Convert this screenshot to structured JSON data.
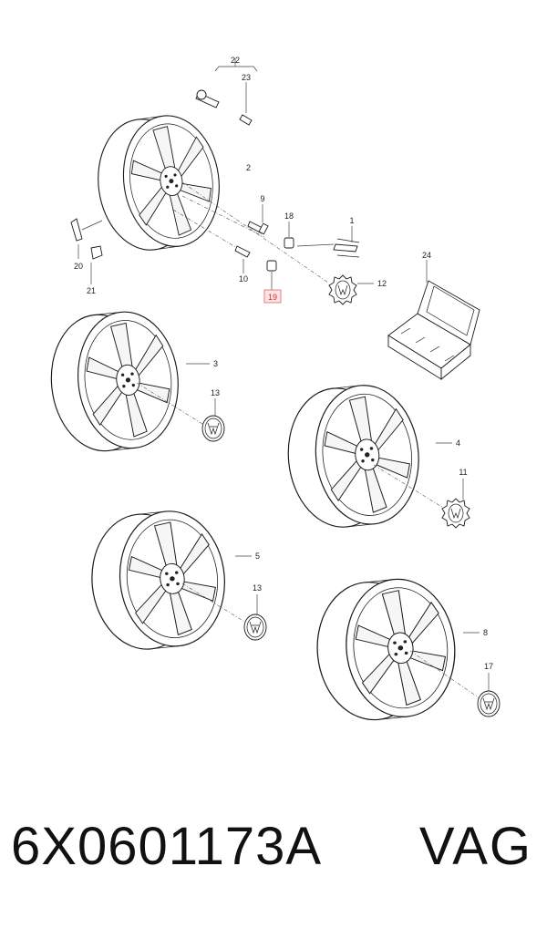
{
  "callouts": {
    "c1": "1",
    "c2": "2",
    "c3": "3",
    "c4": "4",
    "c5": "5",
    "c8": "8",
    "c9": "9",
    "c10": "10",
    "c11": "11",
    "c12": "12",
    "c13a": "13",
    "c13b": "13",
    "c17": "17",
    "c18": "18",
    "c19": "19",
    "c20": "20",
    "c21": "21",
    "c22": "22",
    "c23": "23",
    "c24": "24"
  },
  "highlight_color": "#d9534f",
  "footer": {
    "part_number": "6X0601173A",
    "brand": "VAG"
  }
}
